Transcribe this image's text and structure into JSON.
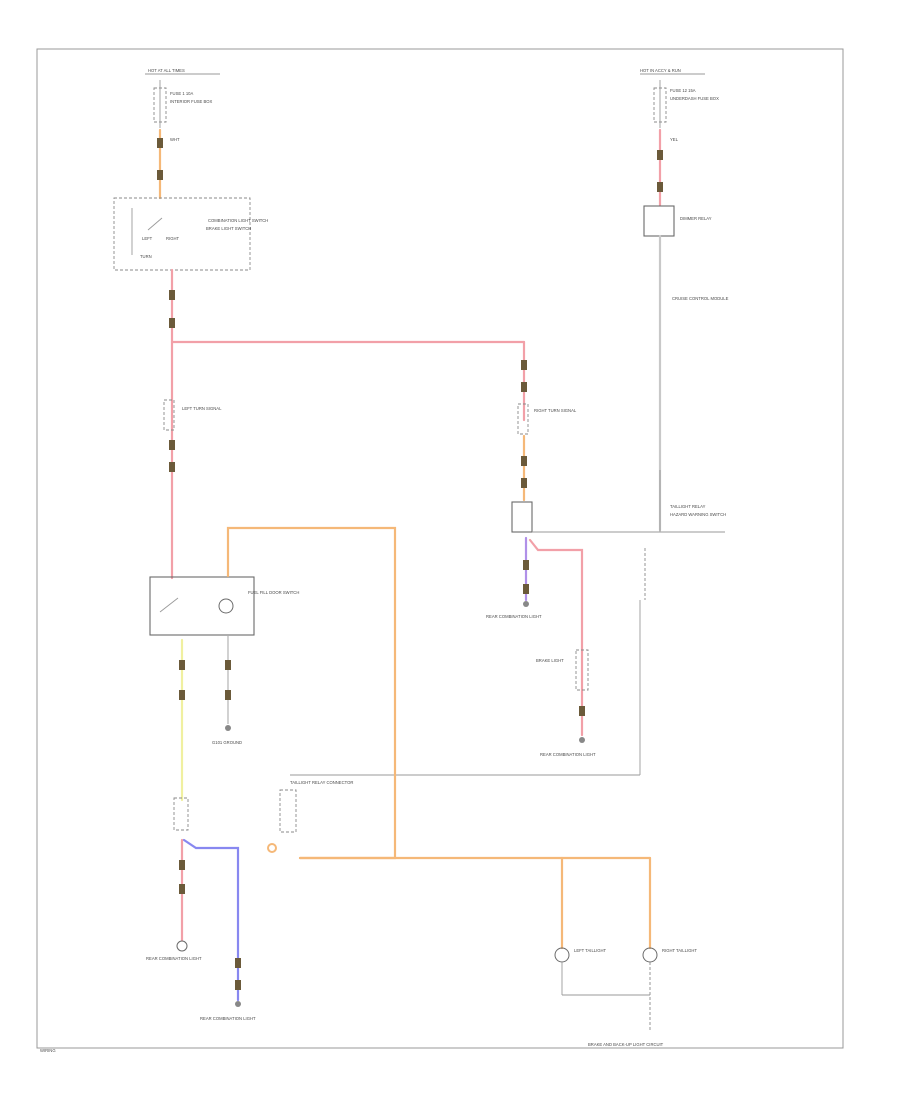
{
  "colors": {
    "frame": "#999999",
    "wire_pink": "#f2a0a8",
    "wire_orange": "#f5b878",
    "wire_yellow": "#f0f0a0",
    "wire_violet": "#b090e8",
    "wire_blue": "#8888f0",
    "wire_gray": "#c8c8c8",
    "connector": "#6b5a3a"
  },
  "labels": {
    "top_left_bus": "HOT AT ALL TIMES",
    "top_right_bus": "HOT IN ACCY & RUN",
    "fuse_left": "FUSE 1 10A",
    "fuse_left_sub": "INTERIOR FUSE BOX",
    "fuse_right": "FUSE 12 15A",
    "fuse_right_sub": "UNDERDASH FUSE BOX",
    "wire_code_1": "WHT",
    "wire_code_2": "YEL",
    "combo_switch": "COMBINATION LIGHT SWITCH",
    "brake_switch_label": "BRAKE LIGHT SWITCH",
    "combo_left": "LEFT",
    "combo_right": "RIGHT",
    "combo_sub": "TURN",
    "dim_relay": "DIMMER RELAY",
    "cruise_label": "CRUISE CONTROL MODULE",
    "turn_left": "LEFT TURN SIGNAL",
    "turn_right": "RIGHT TURN SIGNAL",
    "hazard": "HAZARD WARNING SWITCH",
    "tail_relay": "TAILLIGHT RELAY",
    "fuel": "FUEL FILL DOOR SWITCH",
    "g1": "G101 GROUND",
    "g2": "REAR COMBINATION LIGHT",
    "g3": "REAR COMBINATION LIGHT",
    "g4": "REAR COMBINATION LIGHT",
    "g5": "REAR COMBINATION LIGHT",
    "brake_light_note": "BRAKE LIGHT",
    "left_lamp": "LEFT TAILLIGHT",
    "right_lamp": "RIGHT TAILLIGHT",
    "center_note": "TAILLIGHT RELAY CONNECTOR",
    "bottom_left": "WIRING",
    "bottom_right": "BRAKE AND BACK-UP LIGHT CIRCUIT"
  }
}
